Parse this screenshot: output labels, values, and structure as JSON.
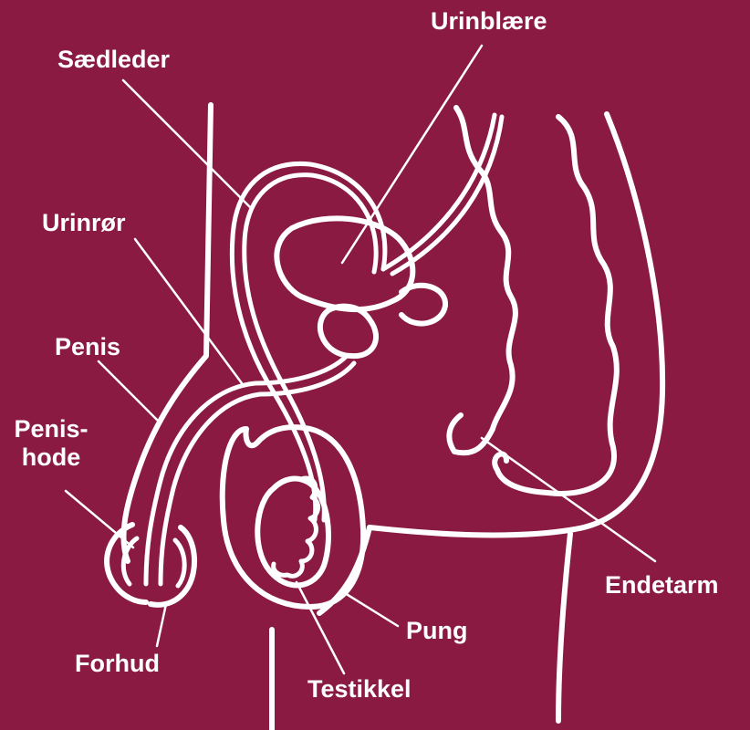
{
  "background_color": "#8a1a42",
  "line_color": "#ffffff",
  "labels": {
    "urinblaere": "Urinblære",
    "saedleder": "Sædleder",
    "urinror": "Urinrør",
    "penis": "Penis",
    "penishode_line1": "Penis-",
    "penishode_line2": "hode",
    "endetarm": "Endetarm",
    "pung": "Pung",
    "forhud": "Forhud",
    "testikkel": "Testikkel"
  }
}
